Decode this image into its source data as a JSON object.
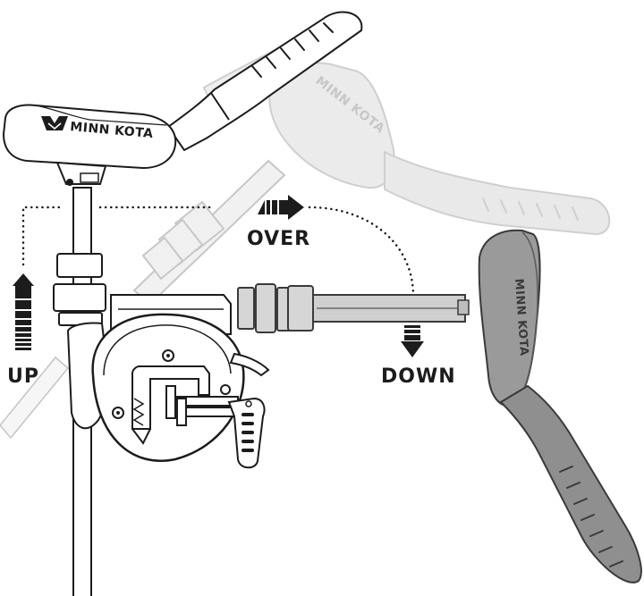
{
  "labels": {
    "up": "UP",
    "over": "OVER",
    "down": "DOWN"
  },
  "brand": {
    "logo_text_head": "MINN KOTA",
    "logo_text_faded": "MINN KOTA",
    "logo_text_down": "MINN KOTA"
  },
  "colors": {
    "outline": "#1c1c1c",
    "arrow": "#1c1c1c",
    "faded_fill": "#dcdcdc",
    "faded_stroke": "#a8a8a8",
    "down_fill": "#9a9a9a",
    "down_stroke": "#3a3a3a"
  },
  "icons": [
    "up-arrow-icon",
    "over-arrow-icon",
    "down-arrow-icon",
    "minn-kota-logo-icon"
  ]
}
